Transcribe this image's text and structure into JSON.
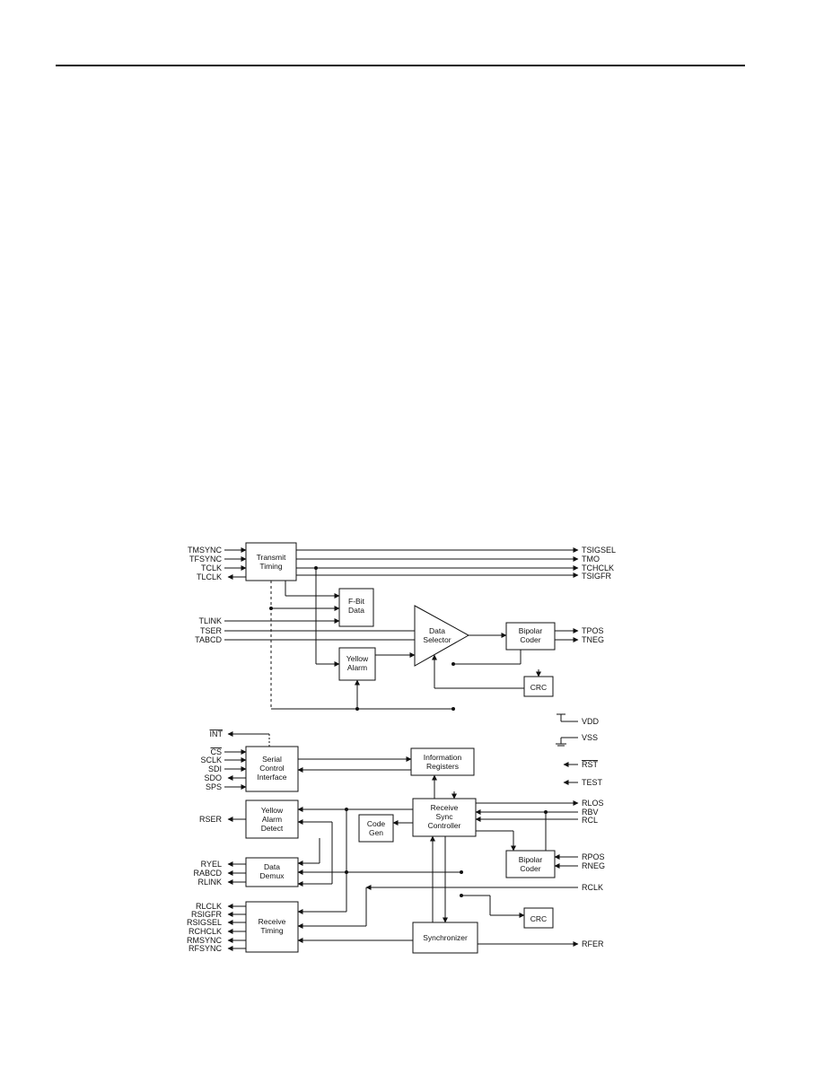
{
  "colors": {
    "ink": "#111111",
    "paper": "#ffffff"
  },
  "diagram": {
    "blocks": {
      "transmit_timing": [
        "Transmit",
        "Timing"
      ],
      "fbit_data": [
        "F-Bit",
        "Data"
      ],
      "data_selector": [
        "Data",
        "Selector"
      ],
      "tx_bipolar_coder": [
        "Bipolar",
        "Coder"
      ],
      "tx_yellow_alarm": [
        "Yellow",
        "Alarm"
      ],
      "tx_crc": [
        "CRC"
      ],
      "serial_control": [
        "Serial",
        "Control",
        "Interface"
      ],
      "information_registers": [
        "Information",
        "Registers"
      ],
      "yellow_alarm_detect": [
        "Yellow",
        "Alarm",
        "Detect"
      ],
      "code_gen": [
        "Code",
        "Gen"
      ],
      "receive_sync_controller": [
        "Receive",
        "Sync",
        "Controller"
      ],
      "data_demux": [
        "Data",
        "Demux"
      ],
      "rx_bipolar_coder": [
        "Bipolar",
        "Coder"
      ],
      "receive_timing": [
        "Receive",
        "Timing"
      ],
      "rx_crc": [
        "CRC"
      ],
      "synchronizer": [
        "Synchronizer"
      ]
    },
    "pins": {
      "tmsync": "TMSYNC",
      "tfsync": "TFSYNC",
      "tclk": "TCLK",
      "tlclk": "TLCLK",
      "tsigsel": "TSIGSEL",
      "tmo": "TMO",
      "tchclk": "TCHCLK",
      "tsigfr": "TSIGFR",
      "tlink": "TLINK",
      "tser": "TSER",
      "tabcd": "TABCD",
      "tpos": "TPOS",
      "tneg": "TNEG",
      "vdd": "VDD",
      "vss": "VSS",
      "rst": "RST",
      "test": "TEST",
      "int": "INT",
      "cs": "CS",
      "sclk": "SCLK",
      "sdi": "SDI",
      "sdo": "SDO",
      "sps": "SPS",
      "rlos": "RLOS",
      "rbv": "RBV",
      "rcl": "RCL",
      "rser": "RSER",
      "ryel": "RYEL",
      "rabcd": "RABCD",
      "rlink": "RLINK",
      "rpos": "RPOS",
      "rneg": "RNEG",
      "rclk": "RCLK",
      "rlclk": "RLCLK",
      "rsigfr": "RSIGFR",
      "rsigsel": "RSIGSEL",
      "rchclk": "RCHCLK",
      "rmsync": "RMSYNC",
      "rfsync": "RFSYNC",
      "rfer": "RFER"
    }
  }
}
